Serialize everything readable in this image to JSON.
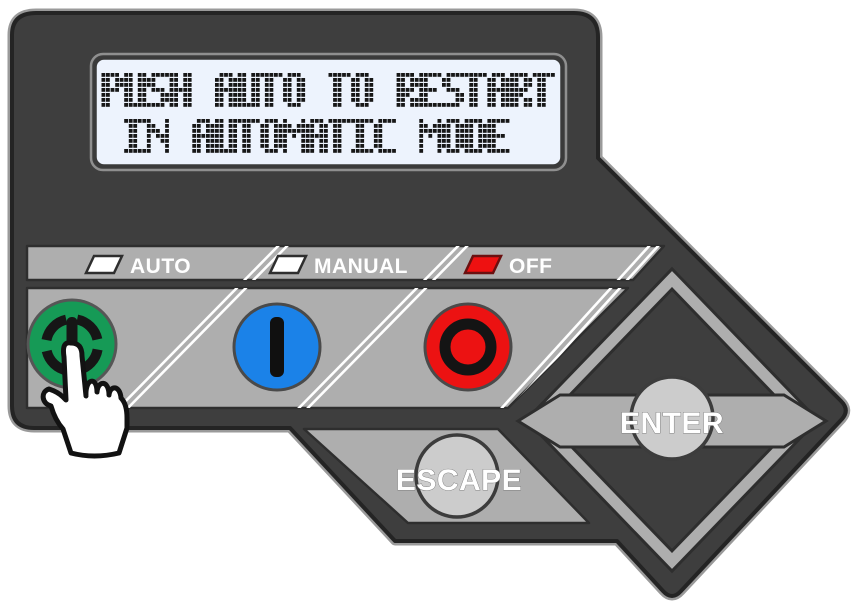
{
  "lcd": {
    "lines": [
      "PUSH AUTO TO RESTART",
      "IN AUTOMATIC MODE"
    ],
    "bg_color": "#edf3fd",
    "dot_color": "#171717"
  },
  "indicator_bar": {
    "items": [
      {
        "label": "AUTO",
        "lamp_color": "#ffffff"
      },
      {
        "label": "MANUAL",
        "lamp_color": "#ffffff"
      },
      {
        "label": "OFF",
        "lamp_color": "#ee1111"
      }
    ]
  },
  "buttons": {
    "auto": {
      "color": "#169a56",
      "icon": "power-restart-icon"
    },
    "manual": {
      "color": "#1b82e8",
      "icon": "on-bar-icon"
    },
    "off": {
      "color": "#ec1212",
      "icon": "stop-ring-icon"
    }
  },
  "keys": {
    "enter": {
      "label": "ENTER",
      "face_color": "#cccccc"
    },
    "escape": {
      "label": "ESCAPE",
      "face_color": "#cccccc"
    }
  },
  "cursor": {
    "type": "pointing-hand",
    "target": "auto-button"
  },
  "palette": {
    "panel_dark": "#3e3e3e",
    "panel_outline": "#242424",
    "area_gray": "#aeaeae",
    "area_outline": "#2e2e2e"
  }
}
